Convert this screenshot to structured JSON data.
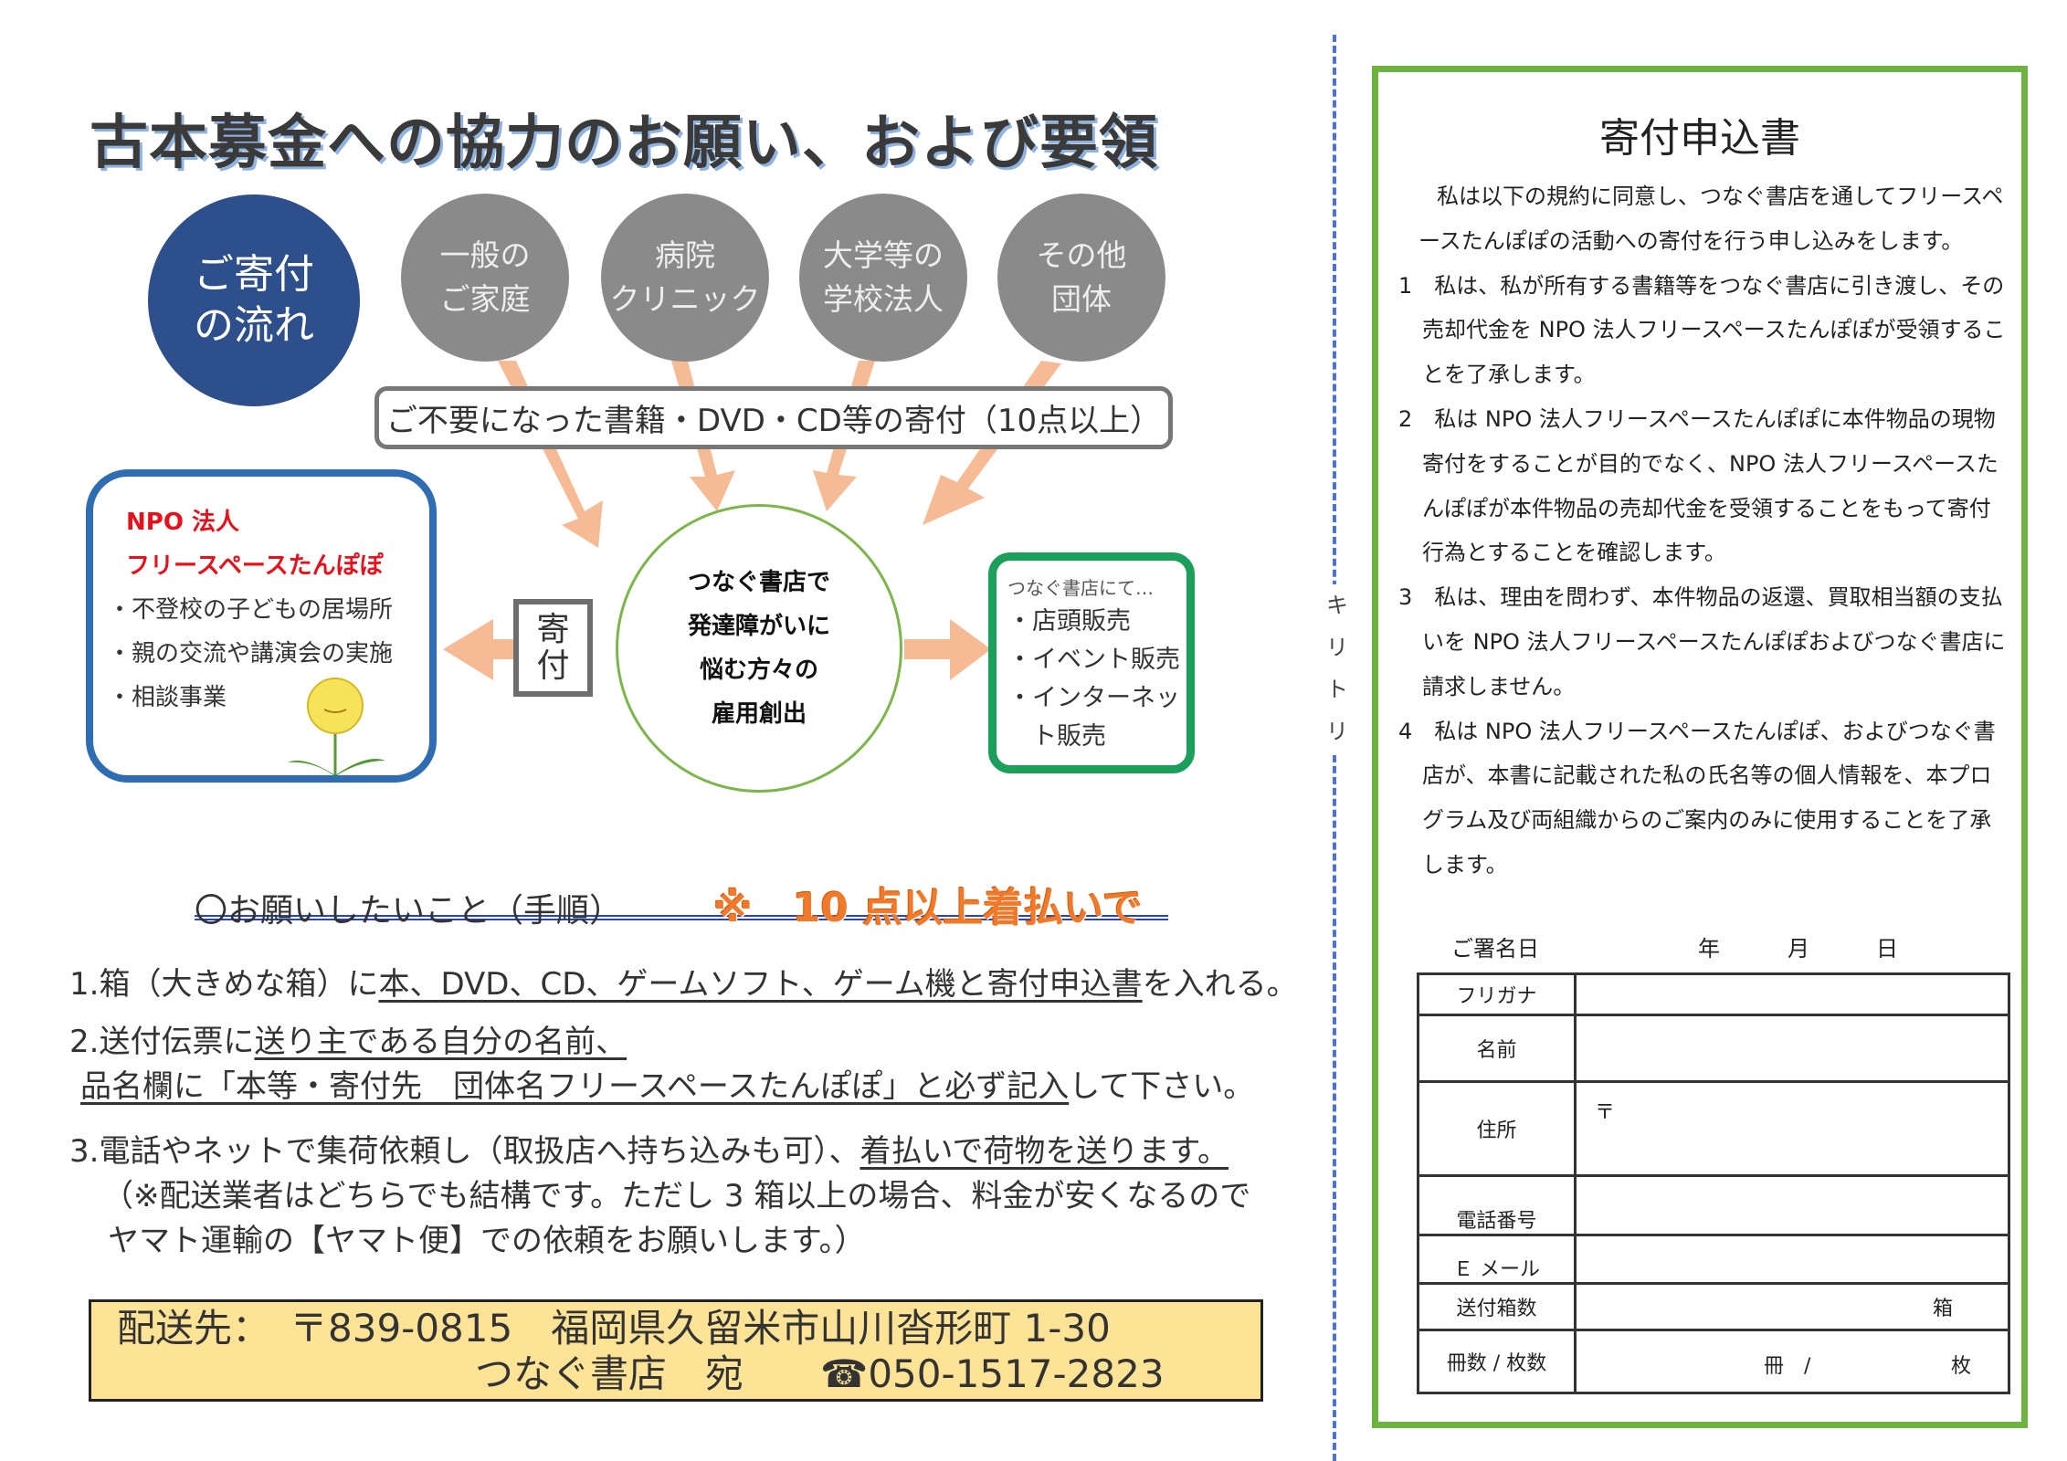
{
  "title": "古本募金への協力のお願い、および要領",
  "flow": {
    "start": "ご寄付\nの流れ",
    "donors": [
      "一般の\nご家庭",
      "病院\nクリニック",
      "大学等の\n学校法人",
      "その他\n団体"
    ],
    "donation_box": "ご不要になった書籍・DVD・CD等の寄付（10点以上）",
    "npo": {
      "line1": "NPO 法人",
      "line2": "フリースペースたんぽぽ",
      "items": [
        "・不登校の子どもの居場所",
        "・親の交流や講演会の実施",
        "・相談事業"
      ]
    },
    "kifu_label": "寄\n付",
    "center_lines": [
      "つなぐ書店で",
      "発達障がいに",
      "悩む方々の",
      "雇用創出"
    ],
    "sales": {
      "heading": "つなぐ書店にて…",
      "items": [
        "・店頭販売",
        "・イベント販売",
        "・インターネッ",
        "　ト販売"
      ]
    },
    "colors": {
      "arrow": "#f5b48a",
      "npo_border": "#2e6db4",
      "center_border": "#7ab648",
      "sales_border": "#1aa05a"
    }
  },
  "request": {
    "heading": "〇お願いしたいこと（手順）",
    "highlight": "※　10 点以上着払いで",
    "step1_a": "1.箱（大きめな箱）に",
    "step1_u": "本、DVD、CD、ゲームソフト、ゲーム機と寄付申込書",
    "step1_b": "を入れる。",
    "step2_a": "2.送付伝票に",
    "step2_u": "送り主である自分の名前、",
    "step2_line2_u": "品名欄に「本等・寄付先　団体名フリースペースたんぽぽ」と必ず記入",
    "step2_line2_b": "して下さい。",
    "step3_a": "3.電話やネットで集荷依頼し（取扱店へ持ち込みも可）、",
    "step3_u": "着払いで荷物を送ります。",
    "step3_note1": "（※配送業者はどちらでも結構です。ただし 3 箱以上の場合、料金が安くなるので",
    "step3_note2": "ヤマト運輸の【ヤマト便】での依頼をお願いします。）"
  },
  "address": {
    "line1": "配送先：　〒839-0815　福岡県久留米市山川沓形町 1-30",
    "line2": "つなぐ書店　宛　　☎050-1517-2823"
  },
  "cut_label": "キリトリ",
  "form": {
    "title": "寄付申込書",
    "intro": "私は以下の規約に同意し、つなぐ書店を通してフリースペースたんぽぽの活動への寄付を行う申し込みをします。",
    "clauses": [
      "1　私は、私が所有する書籍等をつなぐ書店に引き渡し、その売却代金を NPO 法人フリースペースたんぽぽが受領することを了承します。",
      "2　私は NPO 法人フリースペースたんぽぽに本件物品の現物寄付をすることが目的でなく、NPO 法人フリースペースたんぽぽが本件物品の売却代金を受領することをもって寄付行為とすることを確認します。",
      "3　私は、理由を問わず、本件物品の返還、買取相当額の支払いを NPO 法人フリースペースたんぽぽおよびつなぐ書店に請求しません。",
      "4　私は NPO 法人フリースペースたんぽぽ、およびつなぐ書店が、本書に記載された私の氏名等の個人情報を、本プログラム及び両組織からのご案内のみに使用することを了承します。"
    ],
    "date_label": "ご署名日",
    "year": "年",
    "month": "月",
    "day": "日",
    "rows": {
      "furigana": "フリガナ",
      "name": "名前",
      "address": "住所",
      "postal_mark": "〒",
      "phone": "電話番号",
      "email": "Ｅ メール",
      "boxes": "送付箱数",
      "boxes_unit": "箱",
      "count": "冊数 / 枚数",
      "count_unit1": "冊　/",
      "count_unit2": "枚"
    }
  }
}
